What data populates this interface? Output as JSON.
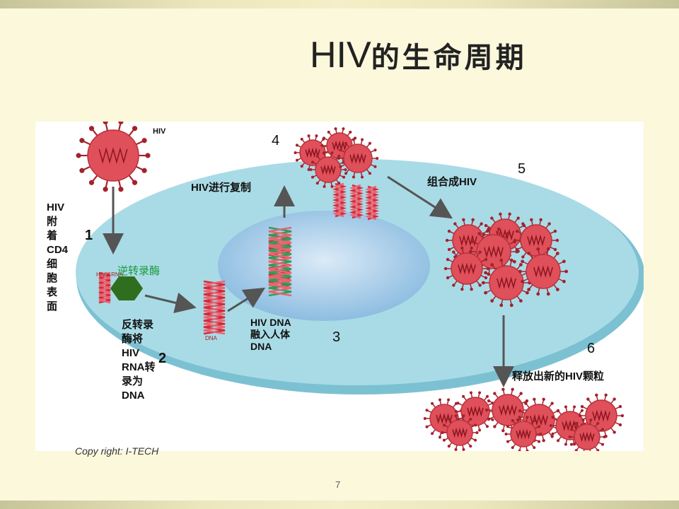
{
  "title": {
    "latin": "HIV",
    "cjk": "的生命周期"
  },
  "labels": {
    "hiv": "HIV",
    "attach": "HIV附着CD4细胞表面",
    "enzyme": "逆转录酶",
    "hiv_rna": "HIV's RNA",
    "reverse": "反转录酶将HIV RNA转录为DNA",
    "dna_small": "DNA",
    "integrate_line1": "HIV DNA",
    "integrate_line2": "融入人体",
    "integrate_line3": "DNA",
    "replicate": "HIV进行复制",
    "assemble": "组合成HIV",
    "release": "释放出新的HIV颗粒"
  },
  "steps": {
    "s1": "1",
    "s2": "2",
    "s3": "3",
    "s4": "4",
    "s5": "5",
    "s6": "6"
  },
  "copyright": "Copy right: I-TECH",
  "page_number": "7",
  "colors": {
    "background": "#fbf8dc",
    "cell": "#a9dbe6",
    "cell_edge": "#6fb6c8",
    "nucleus": "#a8cde8",
    "virus": "#e0505a",
    "virus_spike": "#a3222c",
    "rna": "#d8283a",
    "dna_new": "#2aa05a",
    "enzyme": "#2e6e1e",
    "arrow": "#555555"
  }
}
